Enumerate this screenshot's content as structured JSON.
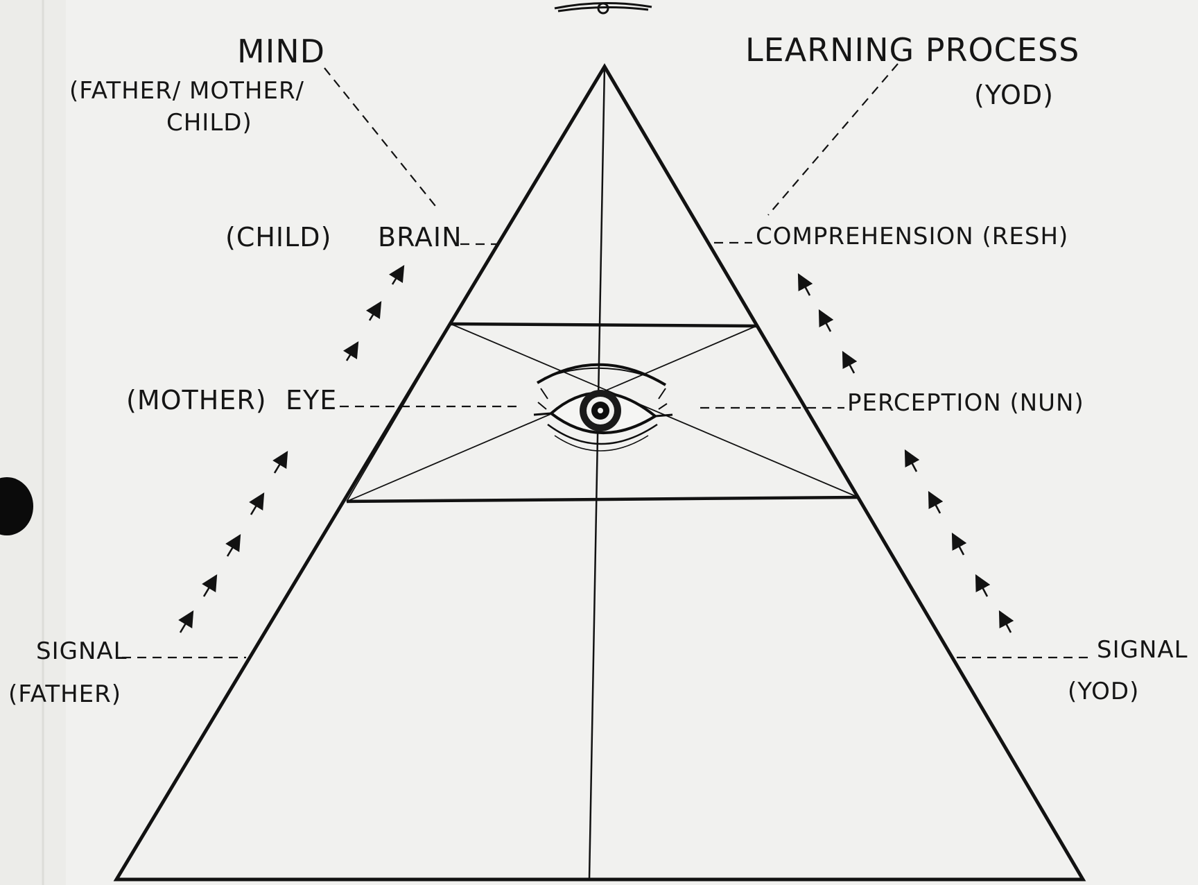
{
  "labels": {
    "mind_title": "MIND",
    "mind_sub_1": "(FATHER/ MOTHER/",
    "mind_sub_2": "CHILD)",
    "learning_title": "LEARNING PROCESS",
    "learning_sub": "(YOD)",
    "child": "(CHILD)",
    "brain": "BRAIN",
    "comprehension": "COMPREHENSION (RESH)",
    "mother": "(MOTHER)",
    "eye": "EYE",
    "perception": "PERCEPTION (NUN)",
    "signal_left": "SIGNAL",
    "father": "(FATHER)",
    "signal_right": "SIGNAL",
    "yod_bottom": "(YOD)"
  }
}
